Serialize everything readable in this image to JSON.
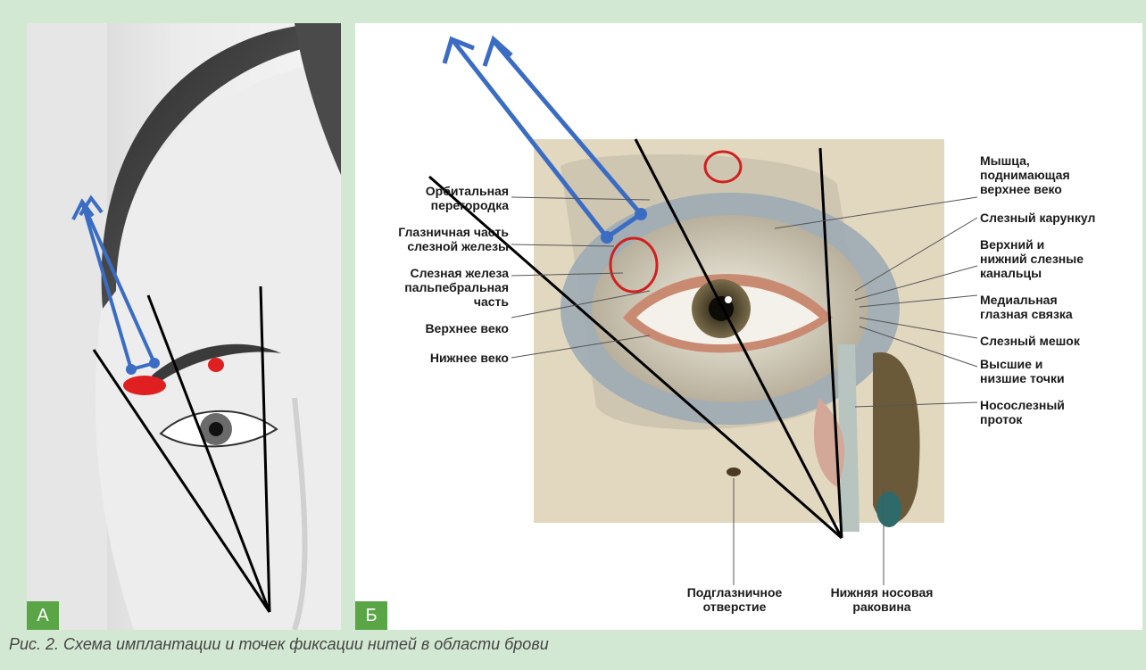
{
  "panel_a": {
    "letter": "А"
  },
  "panel_b": {
    "letter": "Б",
    "labels_left": [
      "Орбитальная\nперегородка",
      "Глазничная часть\nслезной железы",
      "Слезная железа\nпальпебральная\nчасть",
      "Верхнее веко",
      "Нижнее веко"
    ],
    "labels_right": [
      "Мышца,\nподнимающая\nверхнее веко",
      "Слезный карункул",
      "Верхний и\nнижний слезные\nканальцы",
      "Медиальная\nглазная связка",
      "Слезный мешок",
      "Высшие и\nнизшие точки",
      "Носослезный\nпроток"
    ],
    "labels_bottom": [
      "Подглазничное\nотверстие",
      "Нижняя носовая\nраковина"
    ]
  },
  "caption": "Рис. 2. Схема имплантации и точек фиксации нитей в области брови",
  "colors": {
    "background": "#d3e8d2",
    "letter_badge": "#5aa545",
    "thread_blue": "#3b6cc4",
    "fixation_red": "#e02020",
    "vector_black": "#000000"
  }
}
